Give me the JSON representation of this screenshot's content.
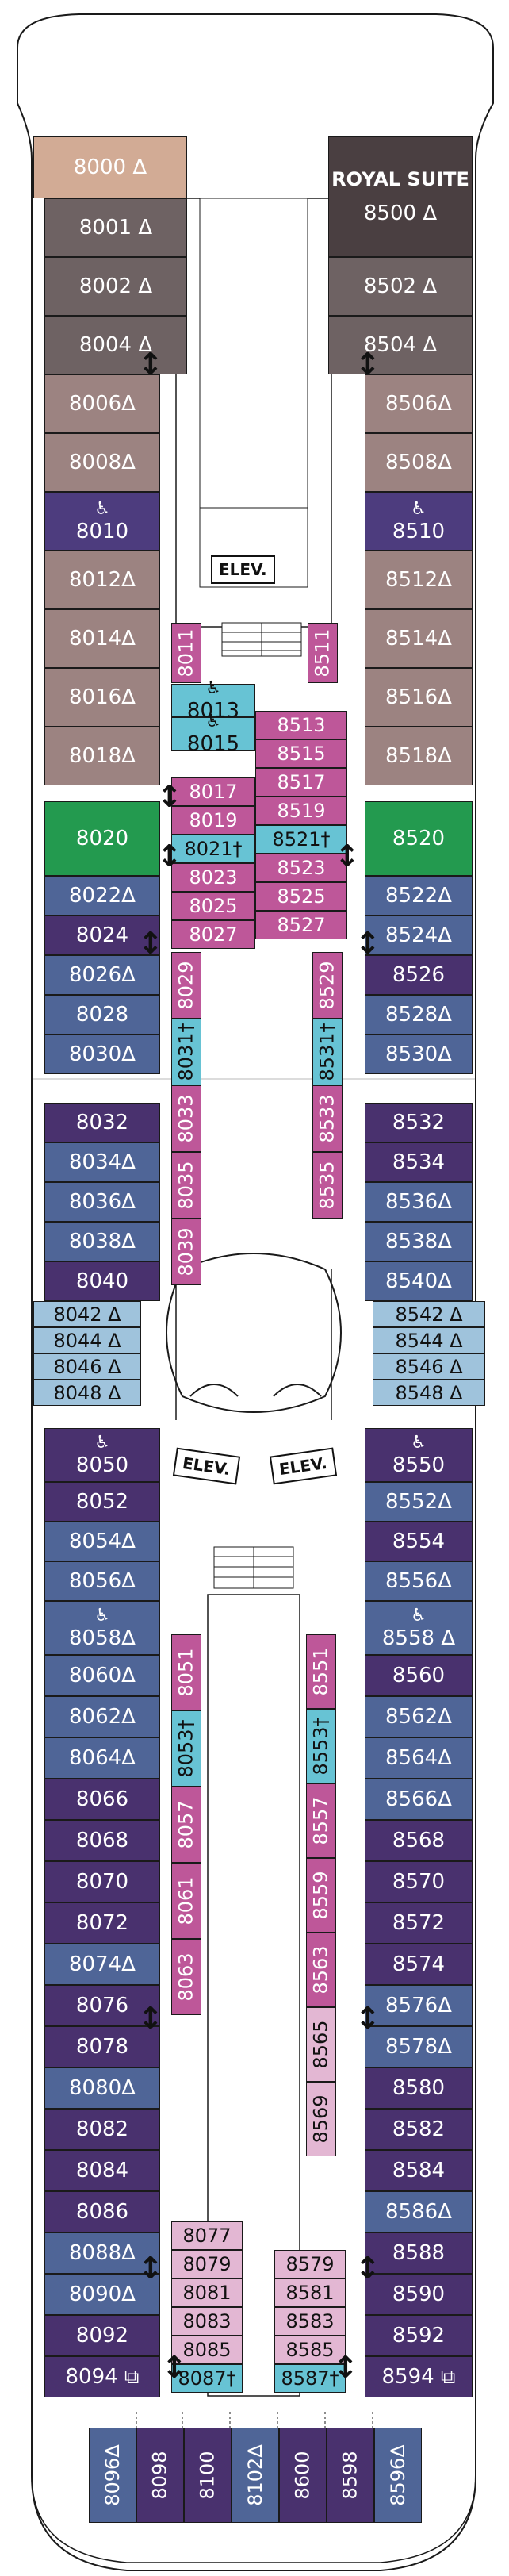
{
  "colors": {
    "suite_royal": "#4a3f41",
    "suite_gray": "#6e6263",
    "suite_tan": "#d2ab95",
    "veranda_taupe": "#9c8381",
    "accessible_purple": "#4d3c7e",
    "slate_blue": "#4f6597",
    "deep_purple": "#49316e",
    "magenta": "#be5799",
    "cyan": "#67c3d4",
    "pink_light": "#e3b7d3",
    "green": "#239a4f",
    "light_blue": "#9fc3dc"
  },
  "labels": {
    "royal_suite": "ROYAL SUITE",
    "elev_top": "ELEV.",
    "elev_left": "ELEV.",
    "elev_right": "ELEV."
  },
  "cabins": [
    {
      "id": "8000",
      "label": "8000 Δ",
      "color": "suite_tan"
    },
    {
      "id": "8001",
      "label": "8001 Δ",
      "color": "suite_gray"
    },
    {
      "id": "8002",
      "label": "8002 Δ",
      "color": "suite_gray"
    },
    {
      "id": "8004",
      "label": "8004 Δ",
      "color": "suite_gray"
    },
    {
      "id": "8006",
      "label": "8006Δ",
      "color": "veranda_taupe"
    },
    {
      "id": "8008",
      "label": "8008Δ",
      "color": "veranda_taupe"
    },
    {
      "id": "8010",
      "label": "8010",
      "color": "accessible_purple",
      "accessible": true
    },
    {
      "id": "8012",
      "label": "8012Δ",
      "color": "veranda_taupe"
    },
    {
      "id": "8014",
      "label": "8014Δ",
      "color": "veranda_taupe"
    },
    {
      "id": "8016",
      "label": "8016Δ",
      "color": "veranda_taupe"
    },
    {
      "id": "8018",
      "label": "8018Δ",
      "color": "veranda_taupe"
    },
    {
      "id": "8020",
      "label": "8020",
      "color": "green"
    },
    {
      "id": "8022",
      "label": "8022Δ",
      "color": "slate_blue"
    },
    {
      "id": "8024",
      "label": "8024",
      "color": "deep_purple"
    },
    {
      "id": "8026",
      "label": "8026Δ",
      "color": "slate_blue"
    },
    {
      "id": "8028",
      "label": "8028",
      "color": "slate_blue"
    },
    {
      "id": "8030",
      "label": "8030Δ",
      "color": "slate_blue"
    },
    {
      "id": "8032",
      "label": "8032",
      "color": "deep_purple"
    },
    {
      "id": "8034",
      "label": "8034Δ",
      "color": "slate_blue"
    },
    {
      "id": "8036",
      "label": "8036Δ",
      "color": "slate_blue"
    },
    {
      "id": "8038",
      "label": "8038Δ",
      "color": "slate_blue"
    },
    {
      "id": "8040",
      "label": "8040",
      "color": "deep_purple"
    },
    {
      "id": "8042",
      "label": "8042 Δ",
      "color": "light_blue",
      "dark": true
    },
    {
      "id": "8044",
      "label": "8044 Δ",
      "color": "light_blue",
      "dark": true
    },
    {
      "id": "8046",
      "label": "8046 Δ",
      "color": "light_blue",
      "dark": true
    },
    {
      "id": "8048",
      "label": "8048 Δ",
      "color": "light_blue",
      "dark": true
    },
    {
      "id": "8050",
      "label": "8050",
      "color": "deep_purple",
      "accessible": true
    },
    {
      "id": "8052",
      "label": "8052",
      "color": "deep_purple"
    },
    {
      "id": "8054",
      "label": "8054Δ",
      "color": "slate_blue"
    },
    {
      "id": "8056",
      "label": "8056Δ",
      "color": "slate_blue"
    },
    {
      "id": "8058",
      "label": "8058Δ",
      "color": "slate_blue",
      "accessible": true
    },
    {
      "id": "8060",
      "label": "8060Δ",
      "color": "slate_blue"
    },
    {
      "id": "8062",
      "label": "8062Δ",
      "color": "slate_blue"
    },
    {
      "id": "8064",
      "label": "8064Δ",
      "color": "slate_blue"
    },
    {
      "id": "8066",
      "label": "8066",
      "color": "deep_purple"
    },
    {
      "id": "8068",
      "label": "8068",
      "color": "deep_purple"
    },
    {
      "id": "8070",
      "label": "8070",
      "color": "deep_purple"
    },
    {
      "id": "8072",
      "label": "8072",
      "color": "deep_purple"
    },
    {
      "id": "8074",
      "label": "8074Δ",
      "color": "slate_blue"
    },
    {
      "id": "8076",
      "label": "8076",
      "color": "deep_purple"
    },
    {
      "id": "8078",
      "label": "8078",
      "color": "deep_purple"
    },
    {
      "id": "8080",
      "label": "8080Δ",
      "color": "slate_blue"
    },
    {
      "id": "8082",
      "label": "8082",
      "color": "deep_purple"
    },
    {
      "id": "8084",
      "label": "8084",
      "color": "deep_purple"
    },
    {
      "id": "8086",
      "label": "8086",
      "color": "deep_purple"
    },
    {
      "id": "8088",
      "label": "8088Δ",
      "color": "slate_blue"
    },
    {
      "id": "8090",
      "label": "8090Δ",
      "color": "slate_blue"
    },
    {
      "id": "8092",
      "label": "8092",
      "color": "deep_purple"
    },
    {
      "id": "8094",
      "label": "8094 ⧉",
      "color": "deep_purple"
    },
    {
      "id": "8500",
      "label": "8500 Δ",
      "color": "suite_royal",
      "title": "ROYAL SUITE"
    },
    {
      "id": "8502",
      "label": "8502 Δ",
      "color": "suite_gray"
    },
    {
      "id": "8504",
      "label": "8504 Δ",
      "color": "suite_gray"
    },
    {
      "id": "8506",
      "label": "8506Δ",
      "color": "veranda_taupe"
    },
    {
      "id": "8508",
      "label": "8508Δ",
      "color": "veranda_taupe"
    },
    {
      "id": "8510",
      "label": "8510",
      "color": "accessible_purple",
      "accessible": true
    },
    {
      "id": "8512",
      "label": "8512Δ",
      "color": "veranda_taupe"
    },
    {
      "id": "8514",
      "label": "8514Δ",
      "color": "veranda_taupe"
    },
    {
      "id": "8516",
      "label": "8516Δ",
      "color": "veranda_taupe"
    },
    {
      "id": "8518",
      "label": "8518Δ",
      "color": "veranda_taupe"
    },
    {
      "id": "8520",
      "label": "8520",
      "color": "green"
    },
    {
      "id": "8522",
      "label": "8522Δ",
      "color": "slate_blue"
    },
    {
      "id": "8524",
      "label": "8524Δ",
      "color": "slate_blue"
    },
    {
      "id": "8526",
      "label": "8526",
      "color": "deep_purple"
    },
    {
      "id": "8528",
      "label": "8528Δ",
      "color": "slate_blue"
    },
    {
      "id": "8530",
      "label": "8530Δ",
      "color": "slate_blue"
    },
    {
      "id": "8532",
      "label": "8532",
      "color": "deep_purple"
    },
    {
      "id": "8534",
      "label": "8534",
      "color": "deep_purple"
    },
    {
      "id": "8536",
      "label": "8536Δ",
      "color": "slate_blue"
    },
    {
      "id": "8538",
      "label": "8538Δ",
      "color": "slate_blue"
    },
    {
      "id": "8540",
      "label": "8540Δ",
      "color": "slate_blue"
    },
    {
      "id": "8542",
      "label": "8542 Δ",
      "color": "light_blue",
      "dark": true
    },
    {
      "id": "8544",
      "label": "8544 Δ",
      "color": "light_blue",
      "dark": true
    },
    {
      "id": "8546",
      "label": "8546 Δ",
      "color": "light_blue",
      "dark": true
    },
    {
      "id": "8548",
      "label": "8548 Δ",
      "color": "light_blue",
      "dark": true
    },
    {
      "id": "8550",
      "label": "8550",
      "color": "deep_purple",
      "accessible": true
    },
    {
      "id": "8552",
      "label": "8552Δ",
      "color": "slate_blue"
    },
    {
      "id": "8554",
      "label": "8554",
      "color": "deep_purple"
    },
    {
      "id": "8556",
      "label": "8556Δ",
      "color": "slate_blue"
    },
    {
      "id": "8558",
      "label": "8558 Δ",
      "color": "slate_blue",
      "accessible": true
    },
    {
      "id": "8560",
      "label": "8560",
      "color": "deep_purple"
    },
    {
      "id": "8562",
      "label": "8562Δ",
      "color": "slate_blue"
    },
    {
      "id": "8564",
      "label": "8564Δ",
      "color": "slate_blue"
    },
    {
      "id": "8566",
      "label": "8566Δ",
      "color": "slate_blue"
    },
    {
      "id": "8568",
      "label": "8568",
      "color": "deep_purple"
    },
    {
      "id": "8570",
      "label": "8570",
      "color": "deep_purple"
    },
    {
      "id": "8572",
      "label": "8572",
      "color": "deep_purple"
    },
    {
      "id": "8574",
      "label": "8574",
      "color": "deep_purple"
    },
    {
      "id": "8576",
      "label": "8576Δ",
      "color": "slate_blue"
    },
    {
      "id": "8578",
      "label": "8578Δ",
      "color": "slate_blue"
    },
    {
      "id": "8580",
      "label": "8580",
      "color": "deep_purple"
    },
    {
      "id": "8582",
      "label": "8582",
      "color": "deep_purple"
    },
    {
      "id": "8584",
      "label": "8584",
      "color": "deep_purple"
    },
    {
      "id": "8586",
      "label": "8586Δ",
      "color": "slate_blue"
    },
    {
      "id": "8588",
      "label": "8588",
      "color": "deep_purple"
    },
    {
      "id": "8590",
      "label": "8590",
      "color": "deep_purple"
    },
    {
      "id": "8592",
      "label": "8592",
      "color": "deep_purple"
    },
    {
      "id": "8594",
      "label": "8594 ⧉",
      "color": "deep_purple"
    },
    {
      "id": "8011",
      "label": "8011",
      "color": "magenta",
      "vertical": true
    },
    {
      "id": "8511",
      "label": "8511",
      "color": "magenta",
      "vertical": true
    },
    {
      "id": "8013",
      "label": "8013",
      "color": "cyan",
      "dark": true,
      "accessible": true
    },
    {
      "id": "8015",
      "label": "8015",
      "color": "cyan",
      "dark": true,
      "accessible": true
    },
    {
      "id": "8017",
      "label": "8017",
      "color": "magenta"
    },
    {
      "id": "8019",
      "label": "8019",
      "color": "magenta"
    },
    {
      "id": "8021",
      "label": "8021†",
      "color": "cyan",
      "dark": true
    },
    {
      "id": "8023",
      "label": "8023",
      "color": "magenta"
    },
    {
      "id": "8025",
      "label": "8025",
      "color": "magenta"
    },
    {
      "id": "8027",
      "label": "8027",
      "color": "magenta"
    },
    {
      "id": "8513",
      "label": "8513",
      "color": "magenta"
    },
    {
      "id": "8515",
      "label": "8515",
      "color": "magenta"
    },
    {
      "id": "8517",
      "label": "8517",
      "color": "magenta"
    },
    {
      "id": "8519",
      "label": "8519",
      "color": "magenta"
    },
    {
      "id": "8521",
      "label": "8521†",
      "color": "cyan",
      "dark": true
    },
    {
      "id": "8523",
      "label": "8523",
      "color": "magenta"
    },
    {
      "id": "8525",
      "label": "8525",
      "color": "magenta"
    },
    {
      "id": "8527",
      "label": "8527",
      "color": "magenta"
    },
    {
      "id": "8029",
      "label": "8029",
      "color": "magenta",
      "vertical": true
    },
    {
      "id": "8031",
      "label": "8031†",
      "color": "cyan",
      "dark": true,
      "vertical": true
    },
    {
      "id": "8033",
      "label": "8033",
      "color": "magenta",
      "vertical": true
    },
    {
      "id": "8035",
      "label": "8035",
      "color": "magenta",
      "vertical": true
    },
    {
      "id": "8039",
      "label": "8039",
      "color": "magenta",
      "vertical": true
    },
    {
      "id": "8529",
      "label": "8529",
      "color": "magenta",
      "vertical": true
    },
    {
      "id": "8531",
      "label": "8531†",
      "color": "cyan",
      "dark": true,
      "vertical": true
    },
    {
      "id": "8533",
      "label": "8533",
      "color": "magenta",
      "vertical": true
    },
    {
      "id": "8535",
      "label": "8535",
      "color": "magenta",
      "vertical": true
    },
    {
      "id": "8051",
      "label": "8051",
      "color": "magenta",
      "vertical": true
    },
    {
      "id": "8053",
      "label": "8053†",
      "color": "cyan",
      "dark": true,
      "vertical": true
    },
    {
      "id": "8057",
      "label": "8057",
      "color": "magenta",
      "vertical": true
    },
    {
      "id": "8061",
      "label": "8061",
      "color": "magenta",
      "vertical": true
    },
    {
      "id": "8063",
      "label": "8063",
      "color": "magenta",
      "vertical": true
    },
    {
      "id": "8551",
      "label": "8551",
      "color": "magenta",
      "vertical": true
    },
    {
      "id": "8553",
      "label": "8553†",
      "color": "cyan",
      "dark": true,
      "vertical": true
    },
    {
      "id": "8557",
      "label": "8557",
      "color": "magenta",
      "vertical": true
    },
    {
      "id": "8559",
      "label": "8559",
      "color": "magenta",
      "vertical": true
    },
    {
      "id": "8563",
      "label": "8563",
      "color": "magenta",
      "vertical": true
    },
    {
      "id": "8565",
      "label": "8565",
      "color": "pink_light",
      "dark": true,
      "vertical": true
    },
    {
      "id": "8569",
      "label": "8569",
      "color": "pink_light",
      "dark": true,
      "vertical": true
    },
    {
      "id": "8077",
      "label": "8077",
      "color": "pink_light",
      "dark": true
    },
    {
      "id": "8079",
      "label": "8079",
      "color": "pink_light",
      "dark": true
    },
    {
      "id": "8081",
      "label": "8081",
      "color": "pink_light",
      "dark": true
    },
    {
      "id": "8083",
      "label": "8083",
      "color": "pink_light",
      "dark": true
    },
    {
      "id": "8085",
      "label": "8085",
      "color": "pink_light",
      "dark": true
    },
    {
      "id": "8087",
      "label": "8087†",
      "color": "cyan",
      "dark": true
    },
    {
      "id": "8579",
      "label": "8579",
      "color": "pink_light",
      "dark": true
    },
    {
      "id": "8581",
      "label": "8581",
      "color": "pink_light",
      "dark": true
    },
    {
      "id": "8583",
      "label": "8583",
      "color": "pink_light",
      "dark": true
    },
    {
      "id": "8585",
      "label": "8585",
      "color": "pink_light",
      "dark": true
    },
    {
      "id": "8587",
      "label": "8587†",
      "color": "cyan",
      "dark": true
    },
    {
      "id": "8096",
      "label": "8096Δ",
      "color": "slate_blue",
      "vertical": true
    },
    {
      "id": "8098",
      "label": "8098",
      "color": "deep_purple",
      "vertical": true
    },
    {
      "id": "8100",
      "label": "8100",
      "color": "deep_purple",
      "vertical": true
    },
    {
      "id": "8102",
      "label": "8102Δ",
      "color": "slate_blue",
      "vertical": true
    },
    {
      "id": "8600",
      "label": "8600",
      "color": "deep_purple",
      "vertical": true
    },
    {
      "id": "8598",
      "label": "8598",
      "color": "deep_purple",
      "vertical": true
    },
    {
      "id": "8596",
      "label": "8596Δ",
      "color": "slate_blue",
      "vertical": true
    }
  ]
}
